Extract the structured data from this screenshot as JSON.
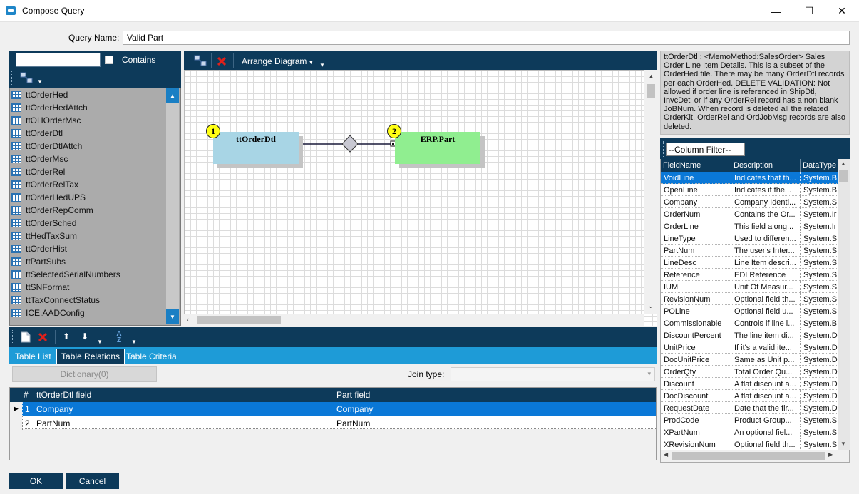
{
  "window": {
    "title": "Compose Query",
    "minimize": "—",
    "maximize": "☐",
    "close": "✕"
  },
  "query": {
    "label": "Query Name:",
    "value": "Valid Part"
  },
  "table_search": {
    "value": "",
    "contains_label": "Contains",
    "contains_checked": false
  },
  "table_list": [
    "ttOrderHed",
    "ttOrderHedAttch",
    "ttOHOrderMsc",
    "ttOrderDtl",
    "ttOrderDtlAttch",
    "ttOrderMsc",
    "ttOrderRel",
    "ttOrderRelTax",
    "ttOrderHedUPS",
    "ttOrderRepComm",
    "ttOrderSched",
    "ttHedTaxSum",
    "ttOrderHist",
    "ttPartSubs",
    "ttSelectedSerialNumbers",
    "ttSNFormat",
    "ttTaxConnectStatus",
    "ICE.AADConfig"
  ],
  "diagram": {
    "arrange_label": "Arrange Diagram",
    "nodes": [
      {
        "num": "1",
        "name": "ttOrderDtl",
        "color": "#a8d5e5"
      },
      {
        "num": "2",
        "name": "ERP.Part",
        "color": "#90ee90"
      }
    ]
  },
  "tabs": {
    "list": "Table List",
    "relations": "Table Relations",
    "criteria": "Table Criteria",
    "active": "relations"
  },
  "relations": {
    "dictionary_label": "Dictionary(0)",
    "join_label": "Join type:",
    "join_value": "",
    "columns": [
      "#",
      "ttOrderDtl field",
      "Part field"
    ],
    "rows": [
      {
        "num": "1",
        "left": "Company",
        "right": "Company",
        "selected": true
      },
      {
        "num": "2",
        "left": "PartNum",
        "right": "PartNum",
        "selected": false
      }
    ]
  },
  "description": "ttOrderDtl : <MemoMethod:SalesOrder>      Sales Order Line Item Details. This is a subset of the OrderHed file. There may be many OrderDtl records per each OrderHed. DELETE VALIDATION: Not allowed if order line is referenced in  ShipDtl,  InvcDetl or if any OrderRel record has a non blank JoBNum. When record is deleted all the related OrderKit, OrderRel and OrdJobMsg records are also deleted.",
  "column_filter": {
    "value": "--Column Filter--"
  },
  "fields": {
    "columns": [
      "FieldName",
      "Description",
      "DataType"
    ],
    "rows": [
      {
        "name": "VoidLine",
        "desc": "Indicates that th...",
        "type": "System.B"
      },
      {
        "name": "OpenLine",
        "desc": "Indicates if the...",
        "type": "System.B"
      },
      {
        "name": "Company",
        "desc": "Company Identi...",
        "type": "System.S"
      },
      {
        "name": "OrderNum",
        "desc": "Contains the Or...",
        "type": "System.Ir"
      },
      {
        "name": "OrderLine",
        "desc": "This field along...",
        "type": "System.Ir"
      },
      {
        "name": "LineType",
        "desc": "Used to differen...",
        "type": "System.S"
      },
      {
        "name": "PartNum",
        "desc": "The user's Inter...",
        "type": "System.S"
      },
      {
        "name": "LineDesc",
        "desc": "Line Item descri...",
        "type": "System.S"
      },
      {
        "name": "Reference",
        "desc": "EDI Reference",
        "type": "System.S"
      },
      {
        "name": "IUM",
        "desc": "Unit Of Measur...",
        "type": "System.S"
      },
      {
        "name": "RevisionNum",
        "desc": "Optional field th...",
        "type": "System.S"
      },
      {
        "name": "POLine",
        "desc": "Optional field u...",
        "type": "System.S"
      },
      {
        "name": "Commissionable",
        "desc": "Controls if line i...",
        "type": "System.B"
      },
      {
        "name": "DiscountPercent",
        "desc": "The line item di...",
        "type": "System.D"
      },
      {
        "name": "UnitPrice",
        "desc": "If it's a valid ite...",
        "type": "System.D"
      },
      {
        "name": "DocUnitPrice",
        "desc": "Same as Unit p...",
        "type": "System.D"
      },
      {
        "name": "OrderQty",
        "desc": "Total Order Qu...",
        "type": "System.D"
      },
      {
        "name": "Discount",
        "desc": "A flat discount a...",
        "type": "System.D"
      },
      {
        "name": "DocDiscount",
        "desc": "A flat discount a...",
        "type": "System.D"
      },
      {
        "name": "RequestDate",
        "desc": "Date that the fir...",
        "type": "System.D"
      },
      {
        "name": "ProdCode",
        "desc": "Product Group...",
        "type": "System.S"
      },
      {
        "name": "XPartNum",
        "desc": "An optional fiel...",
        "type": "System.S"
      },
      {
        "name": "XRevisionNum",
        "desc": "Optional field th...",
        "type": "System.S"
      }
    ]
  },
  "buttons": {
    "ok": "OK",
    "cancel": "Cancel"
  },
  "colors": {
    "dark_navy": "#0d3a5a",
    "tab_blue": "#1e9bd7",
    "selection_blue": "#0a78d7",
    "accent_red": "#e0201a"
  }
}
